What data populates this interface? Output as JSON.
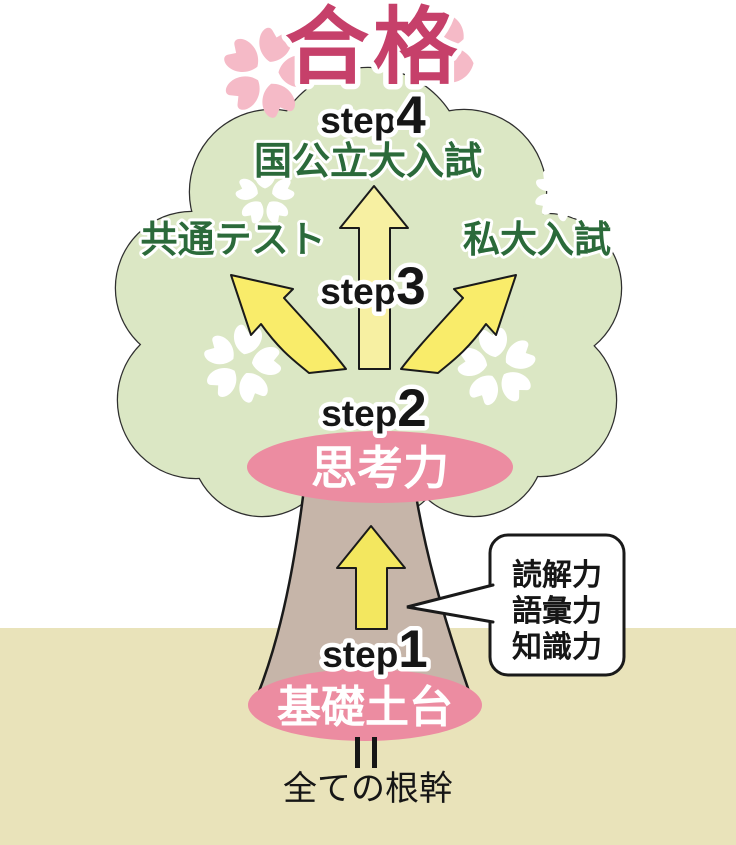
{
  "goal": "合格",
  "step4": {
    "prefix": "step",
    "num": "4",
    "title": "国公立大入試"
  },
  "branch_left": "共通テスト",
  "branch_right": "私大入試",
  "step3": {
    "prefix": "step",
    "num": "3"
  },
  "step2": {
    "prefix": "step",
    "num": "2",
    "title": "思考力"
  },
  "step1": {
    "prefix": "step",
    "num": "1",
    "title": "基礎土台"
  },
  "callout": {
    "line1": "読解力",
    "line2": "語彙力",
    "line3": "知識力"
  },
  "root_note": "全ての根幹",
  "icons": {
    "pink_blossom": "sakura-blossom",
    "white_blossom": "white-sakura-blossom",
    "petal": "sakura-petal"
  },
  "colors": {
    "goal_pink": "#c6406a",
    "canopy_green": "#dbe7c4",
    "dark_green_text": "#2b6a3a",
    "branch_arrow_yellow": "#f9ec6a",
    "center_arrow_yellow": "#f7f0a2",
    "trunk_arrow_yellow": "#f3e75f",
    "ellipse_pink": "#ec8ca1",
    "trunk_brown": "#c6b5a9",
    "ground_beige": "#e9e3ba",
    "blossom_pink": "#f5bac7",
    "outline_black": "#1a1a1a"
  }
}
